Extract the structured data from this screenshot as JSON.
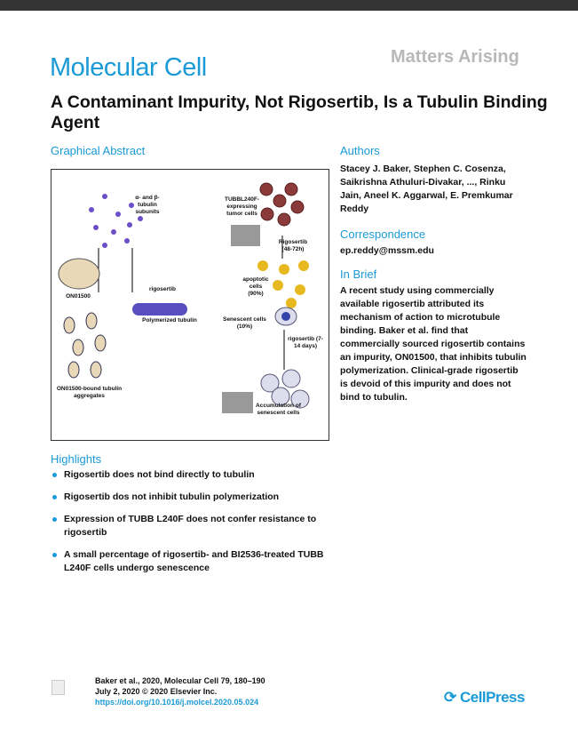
{
  "journal": "Molecular Cell",
  "article_type": "Matters Arising",
  "title": "A Contaminant Impurity, Not Rigosertib, Is a Tubulin Binding Agent",
  "graphical_abstract": {
    "heading": "Graphical Abstract",
    "labels": {
      "subunits": "α- and β-tubulin subunits",
      "on01500": "ON01500",
      "rigosertib": "rigosertib",
      "polymerized": "Polymerized tubulin",
      "aggregates": "ON01500-bound tubulin aggregates",
      "tumor": "TUBBL240F-expressing tumor cells",
      "rigo_48": "Rigosertib (48-72h)",
      "apoptotic": "apoptotic cells (90%)",
      "senescent": "Senescent cells (10%)",
      "rigo_7": "rigosertib (7-14 days)",
      "accumulation": "Accumulation of senescent cells"
    }
  },
  "authors": {
    "heading": "Authors",
    "names": "Stacey J. Baker, Stephen C. Cosenza, Saikrishna Athuluri-Divakar, ..., Rinku Jain, Aneel K. Aggarwal, E. Premkumar Reddy"
  },
  "correspondence": {
    "heading": "Correspondence",
    "email": "ep.reddy@mssm.edu"
  },
  "in_brief": {
    "heading": "In Brief",
    "text": "A recent study using commercially available rigosertib attributed its mechanism of action to microtubule binding. Baker et al. find that commercially sourced rigosertib contains an impurity, ON01500, that inhibits tubulin polymerization. Clinical-grade rigosertib is devoid of this impurity and does not bind to tubulin."
  },
  "highlights": {
    "heading": "Highlights",
    "items": [
      "Rigosertib does not bind directly to tubulin",
      "Rigosertib dos not inhibit tubulin polymerization",
      "Expression of TUBB L240F does not confer resistance to rigosertib",
      "A small percentage of rigosertib- and BI2536-treated TUBB L240F cells undergo senescence"
    ]
  },
  "footer": {
    "citation": "Baker et al., 2020, Molecular Cell 79, 180–190",
    "date": "July 2, 2020 © 2020 Elsevier Inc.",
    "doi": "https://doi.org/10.1016/j.molcel.2020.05.024",
    "publisher": "CellPress"
  },
  "colors": {
    "accent": "#1a9ad6"
  }
}
